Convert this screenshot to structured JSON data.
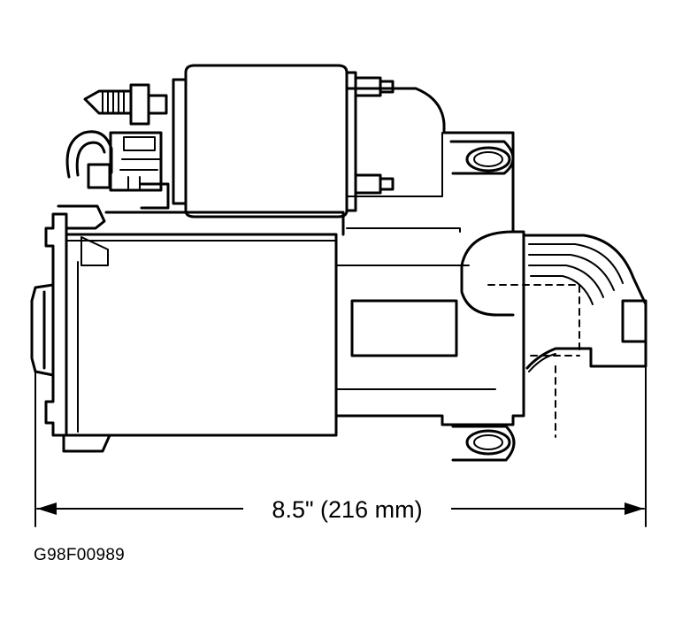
{
  "diagram": {
    "subject": "Starter motor side view",
    "line_color": "#000000",
    "background_color": "#ffffff"
  },
  "dimension": {
    "label": "8.5\" (216 mm)"
  },
  "figure": {
    "id": "G98F00989"
  }
}
